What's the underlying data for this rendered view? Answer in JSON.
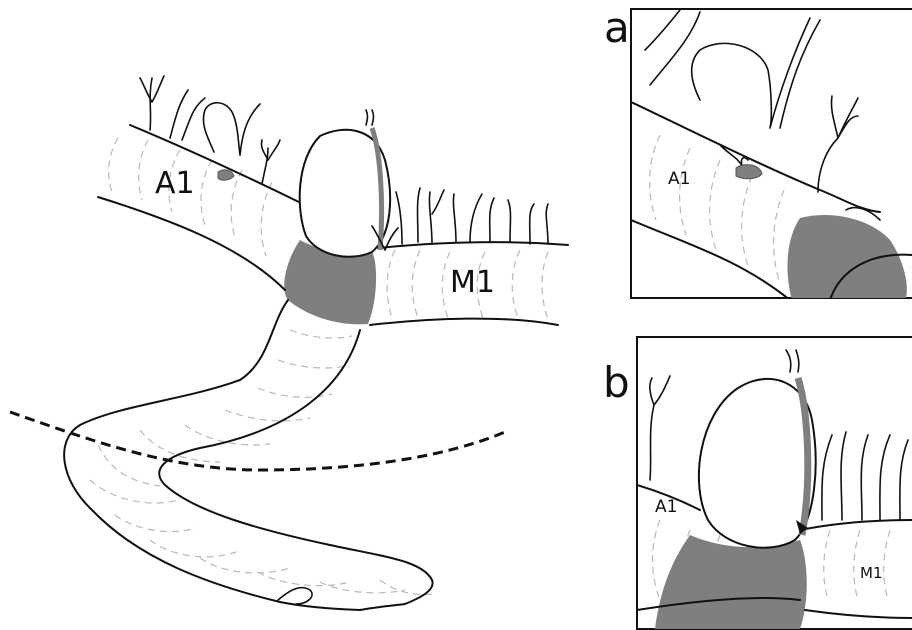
{
  "main_figure": {
    "labels": {
      "a1": "A1",
      "m1": "M1"
    }
  },
  "panel_a": {
    "letter": "a",
    "labels": {
      "a1": "A1"
    }
  },
  "panel_b": {
    "letter": "b",
    "labels": {
      "a1": "A1",
      "m1": "M1"
    }
  },
  "colors": {
    "line": "#111111",
    "shade": "#7f7f7f",
    "segment_dash": "#b9b9b9"
  }
}
